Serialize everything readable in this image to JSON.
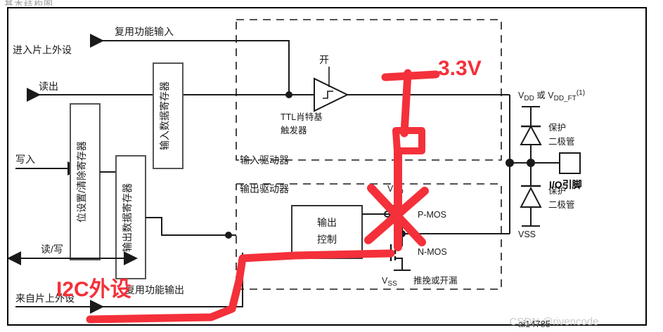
{
  "figure": {
    "title_cut_off": "基本结构图",
    "watermark": "CSDN @rivencode",
    "watermark_overlay": "ai14785"
  },
  "signals": {
    "alt_func_input": "复用功能输入",
    "to_onchip_periph": "进入片上外设",
    "read": "读出",
    "write": "写入",
    "read_write": "读/写",
    "from_onchip_periph": "来自片上外设",
    "alt_func_output": "复用功能输出"
  },
  "blocks": {
    "input_data_register": "输入数据寄存器",
    "bit_set_reset_register": "位设置/清除寄存器",
    "output_data_register": "输出数据寄存器",
    "output_control": [
      "输出",
      "控制"
    ]
  },
  "drivers": {
    "input_driver": "输入驱动器",
    "output_driver": "输出驱动器"
  },
  "schmitt": {
    "on_label": "开",
    "name_line1": "TTL肖特基",
    "name_line2": "触发器"
  },
  "mosfets": {
    "vdd": "V",
    "vdd_sub": "DD",
    "pmos": "P-MOS",
    "nmos": "N-MOS",
    "vss": "V",
    "vss_sub": "SS",
    "mode": "推挽或开漏"
  },
  "pad": {
    "supply_pre": "V",
    "supply_sub1": "DD",
    "supply_mid": " 或 V",
    "supply_sub2": "DD_FT",
    "supply_note": "(1)",
    "protect_diode_line1": "保护",
    "protect_diode_line2": "二极管",
    "io_pin": "I/O引脚",
    "vss": "VSS"
  },
  "annotations": {
    "voltage": "3.3V",
    "i2c_periph": "I2C外设"
  },
  "colors": {
    "red": "#f4303a",
    "line": "#1a1a1a",
    "frame": "#000000"
  }
}
